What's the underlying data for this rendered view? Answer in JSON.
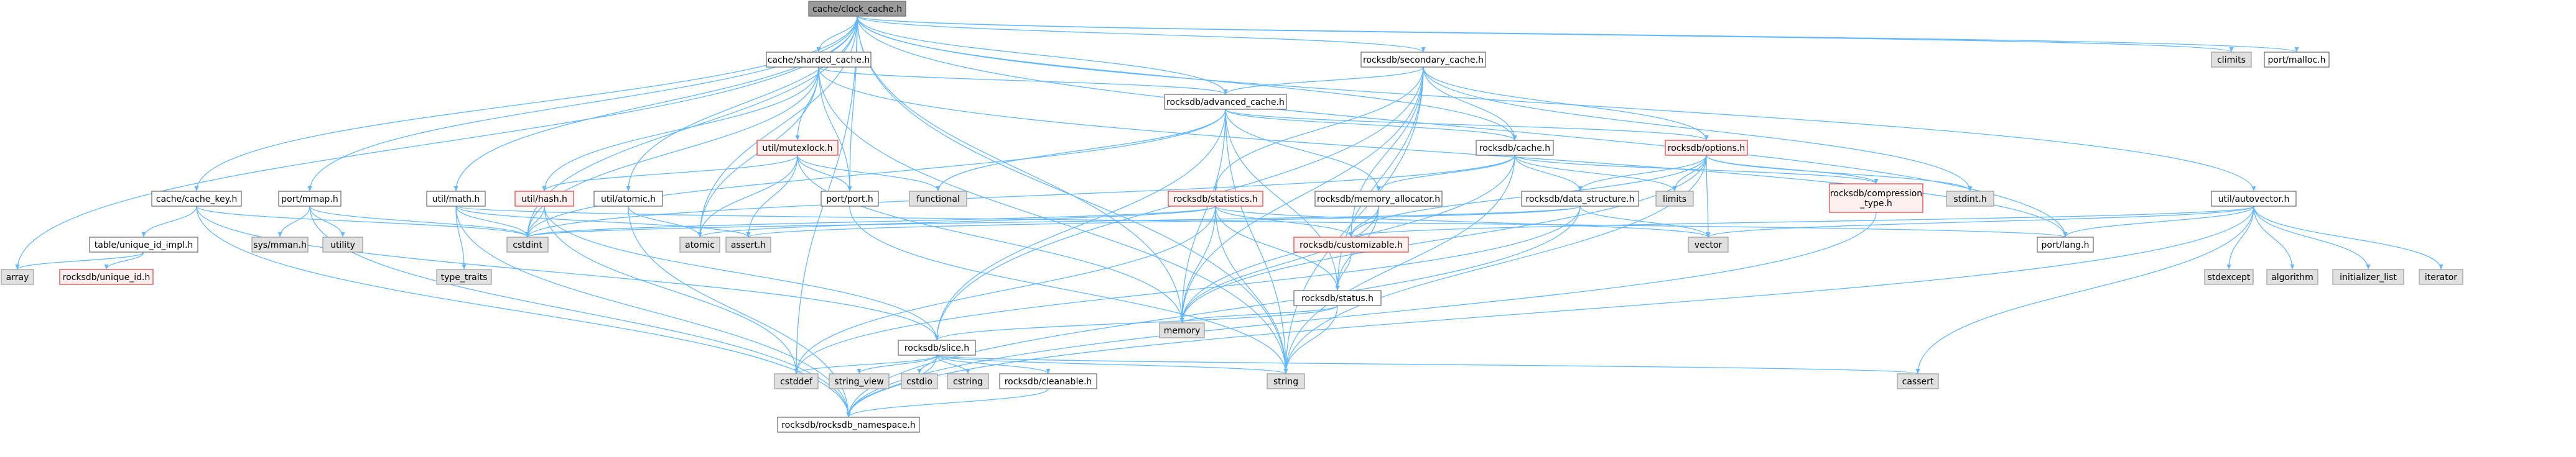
{
  "nodes": [
    {
      "id": "root",
      "label": "cache/clock_cache.h",
      "style": "root"
    },
    {
      "id": "sharded_cache",
      "label": "cache/sharded_cache.h",
      "style": "plain"
    },
    {
      "id": "secondary_cache",
      "label": "rocksdb/secondary_cache.h",
      "style": "plain"
    },
    {
      "id": "climits",
      "label": "climits",
      "style": "grey"
    },
    {
      "id": "port_malloc",
      "label": "port/malloc.h",
      "style": "plain"
    },
    {
      "id": "advanced_cache",
      "label": "rocksdb/advanced_cache.h",
      "style": "plain"
    },
    {
      "id": "cache_key",
      "label": "cache/cache_key.h",
      "style": "plain"
    },
    {
      "id": "port_mmap",
      "label": "port/mmap.h",
      "style": "plain"
    },
    {
      "id": "util_mutexlock",
      "label": "util/mutexlock.h",
      "style": "red"
    },
    {
      "id": "rocksdb_cache",
      "label": "rocksdb/cache.h",
      "style": "plain"
    },
    {
      "id": "rocksdb_options",
      "label": "rocksdb/options.h",
      "style": "red"
    },
    {
      "id": "util_math",
      "label": "util/math.h",
      "style": "plain"
    },
    {
      "id": "util_hash",
      "label": "util/hash.h",
      "style": "red"
    },
    {
      "id": "util_atomic",
      "label": "util/atomic.h",
      "style": "plain"
    },
    {
      "id": "port_port",
      "label": "port/port.h",
      "style": "plain"
    },
    {
      "id": "functional",
      "label": "functional",
      "style": "grey"
    },
    {
      "id": "rocksdb_statistics",
      "label": "rocksdb/statistics.h",
      "style": "red"
    },
    {
      "id": "memory_allocator",
      "label": "rocksdb/memory_allocator.h",
      "style": "plain"
    },
    {
      "id": "data_structure",
      "label": "rocksdb/data_structure.h",
      "style": "plain"
    },
    {
      "id": "limits",
      "label": "limits",
      "style": "grey"
    },
    {
      "id": "compression_type",
      "label": "rocksdb/compression\n_type.h",
      "style": "red"
    },
    {
      "id": "stdint_h",
      "label": "stdint.h",
      "style": "grey"
    },
    {
      "id": "util_autovector",
      "label": "util/autovector.h",
      "style": "plain"
    },
    {
      "id": "table_unique_id_impl",
      "label": "table/unique_id_impl.h",
      "style": "plain"
    },
    {
      "id": "sys_mman",
      "label": "sys/mman.h",
      "style": "grey"
    },
    {
      "id": "utility",
      "label": "utility",
      "style": "grey"
    },
    {
      "id": "type_traits",
      "label": "type_traits",
      "style": "grey"
    },
    {
      "id": "cstdint",
      "label": "cstdint",
      "style": "grey"
    },
    {
      "id": "atomic",
      "label": "atomic",
      "style": "grey"
    },
    {
      "id": "assert_h",
      "label": "assert.h",
      "style": "grey"
    },
    {
      "id": "customizable",
      "label": "rocksdb/customizable.h",
      "style": "red"
    },
    {
      "id": "vector",
      "label": "vector",
      "style": "grey"
    },
    {
      "id": "port_lang",
      "label": "port/lang.h",
      "style": "plain"
    },
    {
      "id": "stdexcept",
      "label": "stdexcept",
      "style": "grey"
    },
    {
      "id": "algorithm",
      "label": "algorithm",
      "style": "grey"
    },
    {
      "id": "initializer_list",
      "label": "initializer_list",
      "style": "grey"
    },
    {
      "id": "iterator",
      "label": "iterator",
      "style": "grey"
    },
    {
      "id": "array",
      "label": "array",
      "style": "grey"
    },
    {
      "id": "rocksdb_unique_id",
      "label": "rocksdb/unique_id.h",
      "style": "red"
    },
    {
      "id": "rocksdb_status",
      "label": "rocksdb/status.h",
      "style": "plain"
    },
    {
      "id": "memory",
      "label": "memory",
      "style": "grey"
    },
    {
      "id": "rocksdb_slice",
      "label": "rocksdb/slice.h",
      "style": "plain"
    },
    {
      "id": "cstddef",
      "label": "cstddef",
      "style": "grey"
    },
    {
      "id": "string_view",
      "label": "string_view",
      "style": "grey"
    },
    {
      "id": "cstdio",
      "label": "cstdio",
      "style": "grey"
    },
    {
      "id": "cstring",
      "label": "cstring",
      "style": "grey"
    },
    {
      "id": "cleanable",
      "label": "rocksdb/cleanable.h",
      "style": "plain"
    },
    {
      "id": "string",
      "label": "string",
      "style": "grey"
    },
    {
      "id": "cassert",
      "label": "cassert",
      "style": "grey"
    },
    {
      "id": "rocksdb_namespace",
      "label": "rocksdb/rocksdb_namespace.h",
      "style": "plain"
    }
  ],
  "edges": [
    [
      "root",
      "sharded_cache"
    ],
    [
      "root",
      "secondary_cache"
    ],
    [
      "root",
      "climits"
    ],
    [
      "root",
      "port_malloc"
    ],
    [
      "root",
      "advanced_cache"
    ],
    [
      "root",
      "cache_key"
    ],
    [
      "root",
      "port_mmap"
    ],
    [
      "root",
      "util_math"
    ],
    [
      "root",
      "util_atomic"
    ],
    [
      "root",
      "util_autovector"
    ],
    [
      "root",
      "array"
    ],
    [
      "root",
      "atomic"
    ],
    [
      "root",
      "cstdint"
    ],
    [
      "root",
      "memory"
    ],
    [
      "root",
      "string"
    ],
    [
      "root",
      "cstddef"
    ],
    [
      "root",
      "port_lang"
    ],
    [
      "root",
      "rocksdb_cache"
    ],
    [
      "root",
      "port_port"
    ],
    [
      "sharded_cache",
      "advanced_cache"
    ],
    [
      "sharded_cache",
      "util_mutexlock"
    ],
    [
      "sharded_cache",
      "util_hash"
    ],
    [
      "sharded_cache",
      "port_port"
    ],
    [
      "sharded_cache",
      "atomic"
    ],
    [
      "sharded_cache",
      "cstdint"
    ],
    [
      "sharded_cache",
      "string"
    ],
    [
      "sharded_cache",
      "port_lang"
    ],
    [
      "secondary_cache",
      "advanced_cache"
    ],
    [
      "secondary_cache",
      "rocksdb_cache"
    ],
    [
      "secondary_cache",
      "rocksdb_statistics"
    ],
    [
      "secondary_cache",
      "rocksdb_options"
    ],
    [
      "secondary_cache",
      "customizable"
    ],
    [
      "secondary_cache",
      "rocksdb_status"
    ],
    [
      "secondary_cache",
      "rocksdb_slice"
    ],
    [
      "secondary_cache",
      "memory"
    ],
    [
      "secondary_cache",
      "stdint_h"
    ],
    [
      "secondary_cache",
      "string"
    ],
    [
      "advanced_cache",
      "rocksdb_cache"
    ],
    [
      "advanced_cache",
      "rocksdb_options"
    ],
    [
      "advanced_cache",
      "memory_allocator"
    ],
    [
      "advanced_cache",
      "rocksdb_slice"
    ],
    [
      "advanced_cache",
      "rocksdb_status"
    ],
    [
      "advanced_cache",
      "functional"
    ],
    [
      "advanced_cache",
      "cstdint"
    ],
    [
      "advanced_cache",
      "memory"
    ],
    [
      "advanced_cache",
      "string"
    ],
    [
      "util_mutexlock",
      "port_port"
    ],
    [
      "util_mutexlock",
      "functional"
    ],
    [
      "util_mutexlock",
      "atomic"
    ],
    [
      "util_mutexlock",
      "assert_h"
    ],
    [
      "util_mutexlock",
      "util_hash"
    ],
    [
      "util_mutexlock",
      "memory"
    ],
    [
      "rocksdb_cache",
      "compression_type"
    ],
    [
      "rocksdb_cache",
      "data_structure"
    ],
    [
      "rocksdb_cache",
      "memory_allocator"
    ],
    [
      "rocksdb_cache",
      "limits"
    ],
    [
      "rocksdb_cache",
      "cstdint"
    ],
    [
      "rocksdb_cache",
      "memory"
    ],
    [
      "rocksdb_cache",
      "string"
    ],
    [
      "rocksdb_options",
      "compression_type"
    ],
    [
      "rocksdb_options",
      "data_structure"
    ],
    [
      "rocksdb_options",
      "limits"
    ],
    [
      "rocksdb_options",
      "stdint_h"
    ],
    [
      "rocksdb_options",
      "vector"
    ],
    [
      "rocksdb_options",
      "customizable"
    ],
    [
      "rocksdb_options",
      "memory"
    ],
    [
      "rocksdb_options",
      "string"
    ],
    [
      "util_math",
      "cstdint"
    ],
    [
      "util_math",
      "type_traits"
    ],
    [
      "util_math",
      "assert_h"
    ],
    [
      "util_math",
      "port_lang"
    ],
    [
      "util_math",
      "rocksdb_namespace"
    ],
    [
      "util_hash",
      "cstdint"
    ],
    [
      "util_hash",
      "cstddef"
    ],
    [
      "util_hash",
      "rocksdb_slice"
    ],
    [
      "util_atomic",
      "atomic"
    ],
    [
      "util_atomic",
      "rocksdb_namespace"
    ],
    [
      "port_port",
      "string"
    ],
    [
      "rocksdb_statistics",
      "customizable"
    ],
    [
      "rocksdb_statistics",
      "rocksdb_status"
    ],
    [
      "rocksdb_statistics",
      "memory"
    ],
    [
      "rocksdb_statistics",
      "vector"
    ],
    [
      "rocksdb_statistics",
      "cstdint"
    ],
    [
      "rocksdb_statistics",
      "atomic"
    ],
    [
      "rocksdb_statistics",
      "cstddef"
    ],
    [
      "rocksdb_statistics",
      "string"
    ],
    [
      "memory_allocator",
      "customizable"
    ],
    [
      "memory_allocator",
      "rocksdb_status"
    ],
    [
      "memory_allocator",
      "memory"
    ],
    [
      "data_structure",
      "assert_h"
    ],
    [
      "data_structure",
      "vector"
    ],
    [
      "data_structure",
      "cstddef"
    ],
    [
      "data_structure",
      "cstdint"
    ],
    [
      "data_structure",
      "rocksdb_namespace"
    ],
    [
      "compression_type",
      "rocksdb_namespace"
    ],
    [
      "util_autovector",
      "vector"
    ],
    [
      "util_autovector",
      "port_lang"
    ],
    [
      "util_autovector",
      "stdexcept"
    ],
    [
      "util_autovector",
      "algorithm"
    ],
    [
      "util_autovector",
      "initializer_list"
    ],
    [
      "util_autovector",
      "iterator"
    ],
    [
      "util_autovector",
      "cassert"
    ],
    [
      "util_autovector",
      "customizable"
    ],
    [
      "util_autovector",
      "rocksdb_namespace"
    ],
    [
      "cache_key",
      "table_unique_id_impl"
    ],
    [
      "cache_key",
      "cstdint"
    ],
    [
      "cache_key",
      "rocksdb_slice"
    ],
    [
      "cache_key",
      "rocksdb_namespace"
    ],
    [
      "table_unique_id_impl",
      "rocksdb_unique_id"
    ],
    [
      "table_unique_id_impl",
      "array"
    ],
    [
      "port_mmap",
      "sys_mman"
    ],
    [
      "port_mmap",
      "utility"
    ],
    [
      "port_mmap",
      "cstdint"
    ],
    [
      "port_mmap",
      "rocksdb_namespace"
    ],
    [
      "customizable",
      "rocksdb_status"
    ],
    [
      "rocksdb_status",
      "rocksdb_slice"
    ],
    [
      "rocksdb_status",
      "memory"
    ],
    [
      "rocksdb_status",
      "string"
    ],
    [
      "rocksdb_slice",
      "cstddef"
    ],
    [
      "rocksdb_slice",
      "string_view"
    ],
    [
      "rocksdb_slice",
      "cstdio"
    ],
    [
      "rocksdb_slice",
      "cstring"
    ],
    [
      "rocksdb_slice",
      "cleanable"
    ],
    [
      "rocksdb_slice",
      "string"
    ],
    [
      "rocksdb_slice",
      "cassert"
    ],
    [
      "rocksdb_slice",
      "rocksdb_namespace"
    ],
    [
      "cleanable",
      "rocksdb_namespace"
    ]
  ]
}
